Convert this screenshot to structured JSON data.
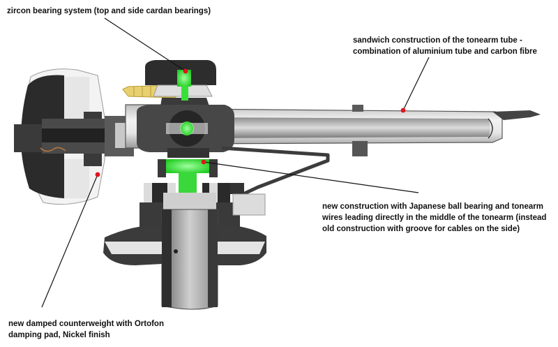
{
  "labels": {
    "bearing": {
      "lines": [
        "zircon bearing system (top and side cardan bearings)"
      ]
    },
    "tube": {
      "lines": [
        "sandwich construction of the tonearm tube -",
        "combination of aluminium tube and carbon fibre"
      ]
    },
    "ball": {
      "lines": [
        "new construction with Japanese ball bearing and tonearm",
        "wires leading directly in the middle of the tonearm (instead",
        "old construction with groove for cables on the side)"
      ]
    },
    "counterweight": {
      "lines": [
        "new damped counterweight with Ortofon",
        "damping pad, Nickel finish"
      ]
    }
  },
  "colors": {
    "marker": "#e0141e",
    "highlight": "#2ee82e",
    "metal": "#d4d4d4",
    "dark": "#2a2a2a",
    "cable": "#e8d070"
  }
}
